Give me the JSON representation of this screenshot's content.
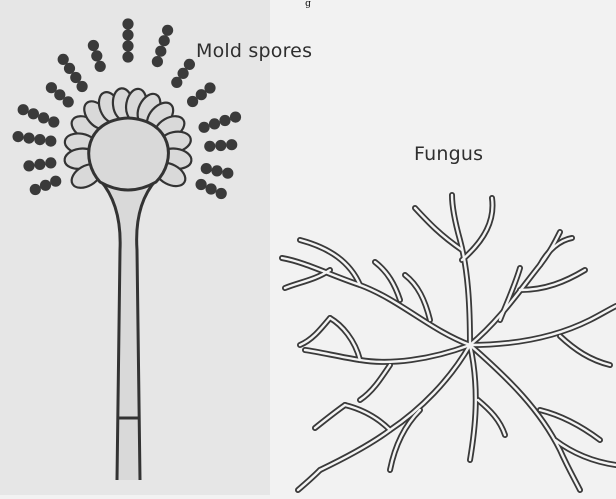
{
  "header_fragment": "g",
  "labels": {
    "mold": "Mold spores",
    "fungus": "Fungus"
  },
  "colors": {
    "background": "#f2f2f2",
    "left_panel": "#e6e6e6",
    "outline": "#333333",
    "fill": "#d9d9d9",
    "spore": "#3a3a3a",
    "hypha_fill": "#f4f4f4",
    "text": "#2f2f2f"
  }
}
